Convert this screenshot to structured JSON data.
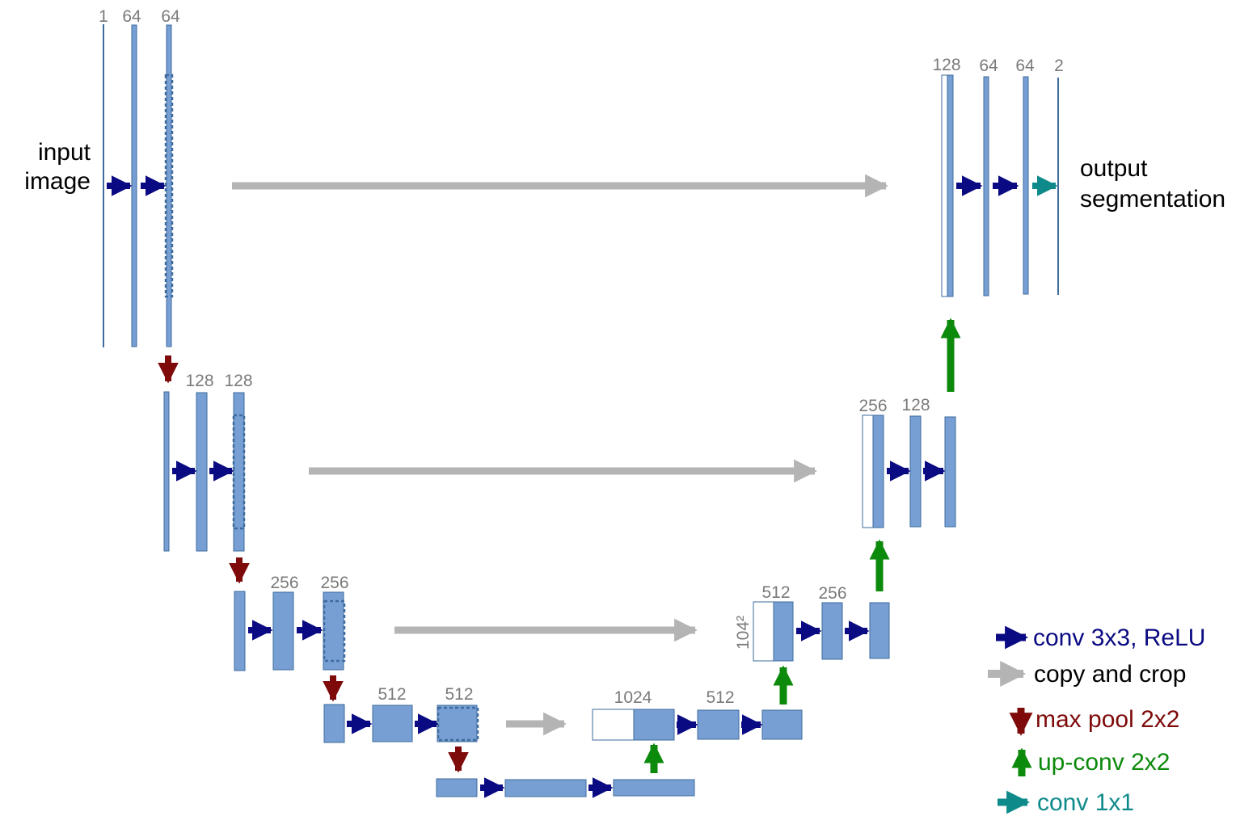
{
  "colors": {
    "block": "#779fd3",
    "block_stroke": "#3e6b9e",
    "conv": "#0a0a82",
    "copy": "#b4b4b4",
    "pool": "#7e0a0a",
    "upconv": "#0c8a0c",
    "conv1x1": "#0f8a8a"
  },
  "labels": {
    "input": [
      "input",
      "image"
    ],
    "output": [
      "output",
      "segmentation"
    ],
    "res_label": "104²"
  },
  "channels": {
    "l1": [
      "1",
      "64",
      "64"
    ],
    "l2": [
      "128",
      "128"
    ],
    "l3": [
      "256",
      "256"
    ],
    "l4": [
      "512",
      "512"
    ],
    "u4": [
      "1024",
      "512"
    ],
    "u3": [
      "512",
      "256"
    ],
    "u2": [
      "256",
      "128"
    ],
    "u1": [
      "128",
      "64",
      "64",
      "2"
    ]
  },
  "legend": [
    {
      "key": "conv",
      "label": "conv 3x3, ReLU",
      "color": "#0a0a82"
    },
    {
      "key": "copy",
      "label": "copy and crop",
      "color": "#000000"
    },
    {
      "key": "pool",
      "label": "max pool 2x2",
      "color": "#7e0a0a"
    },
    {
      "key": "upconv",
      "label": "up-conv 2x2",
      "color": "#0c8a0c"
    },
    {
      "key": "conv1x1",
      "label": "conv 1x1",
      "color": "#0f8a8a"
    }
  ]
}
